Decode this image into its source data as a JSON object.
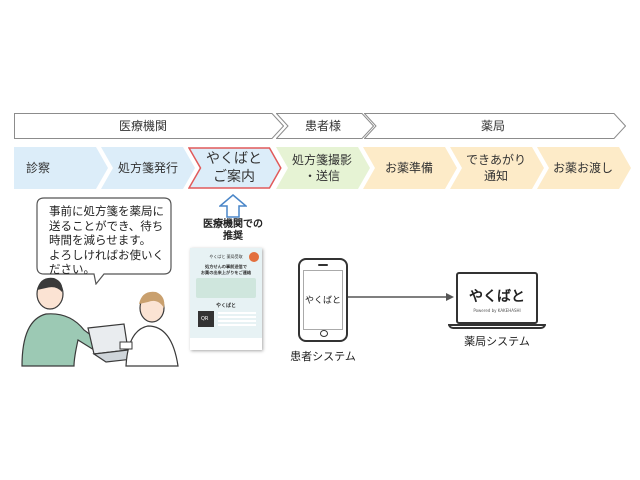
{
  "phases": [
    {
      "label": "医療機関"
    },
    {
      "label": "患者様"
    },
    {
      "label": "薬局"
    }
  ],
  "steps": [
    {
      "label": "診察"
    },
    {
      "label": "処方箋発行"
    },
    {
      "label": "やくばと\nご案内"
    },
    {
      "label": "処方箋撮影\n・送信"
    },
    {
      "label": "お薬準備"
    },
    {
      "label": "できあがり\n通知"
    },
    {
      "label": "お薬お渡し"
    }
  ],
  "speech_bubble": {
    "text": "事前に処方箋を薬局に\n送ることができ、待ち\n時間を減らせます。\nよろしければお使いく\nださい。"
  },
  "recommend_caption": "医療機関での\n推奨",
  "flyer": {
    "header": "やくばと 薬局受取",
    "headline": "処方せんの事前送信で\nお薬の出来上がりをご連絡",
    "brand": "やくばと",
    "qr_label": "QR"
  },
  "patient_phone": {
    "brand": "やくばと",
    "label": "患者システム"
  },
  "pharmacy_laptop": {
    "brand": "やくばと",
    "powered": "Powered by KAKEHASHI",
    "label": "薬局システム"
  },
  "colors": {
    "phase_fill": "#ffffff",
    "phase_border": "#8c8c8c",
    "step_blue": "#dcedf9",
    "step_green": "#e6f3d4",
    "step_orange": "#fdebc8",
    "highlight_border": "#e15a5a",
    "accent_blue": "#4a86c8"
  }
}
